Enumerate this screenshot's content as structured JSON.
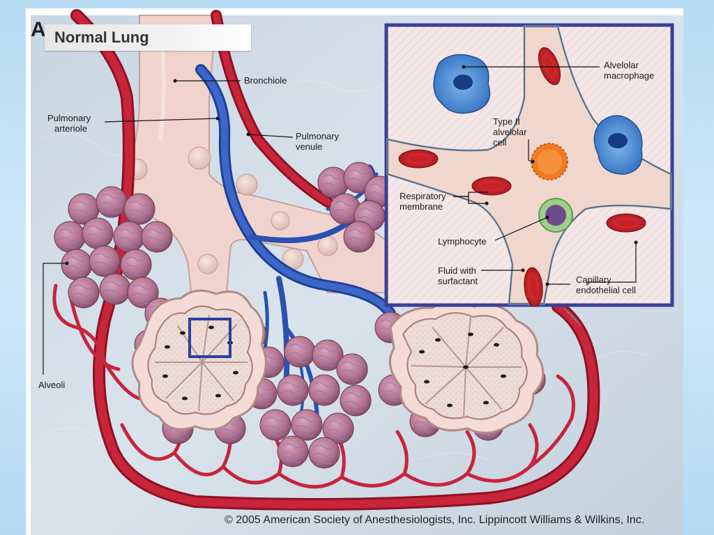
{
  "panel": {
    "letter": "A",
    "title": "Normal Lung"
  },
  "labels": {
    "bronchiole": "Bronchiole",
    "pulmonary_arteriole_1": "Pulmonary",
    "pulmonary_arteriole_2": "arteriole",
    "pulmonary_venule_1": "Pulmonary",
    "pulmonary_venule_2": "venule",
    "alveoli": "Alveoli"
  },
  "inset_labels": {
    "macrophage_1": "Alvelolar",
    "macrophage_2": "macrophage",
    "type2_1": "Type II",
    "type2_2": "alvelolar",
    "type2_3": "cell",
    "respiratory_1": "Respiratory",
    "respiratory_2": "membrane",
    "lymphocyte": "Lymphocyte",
    "fluid_1": "Fluid with",
    "fluid_2": "surfactant",
    "capillary_1": "Capillary",
    "capillary_2": "endothelial  cell"
  },
  "copyright": "© 2005 American Society of Anesthesiologists, Inc. Lippincott Williams & Wilkins, Inc.",
  "colors": {
    "artery_red": "#c8243a",
    "vein_blue": "#2a50b0",
    "bronchiole_pink": "#f1d3cd",
    "alveoli_mauve": "#b4738e",
    "inset_border": "#3b3f9a"
  }
}
